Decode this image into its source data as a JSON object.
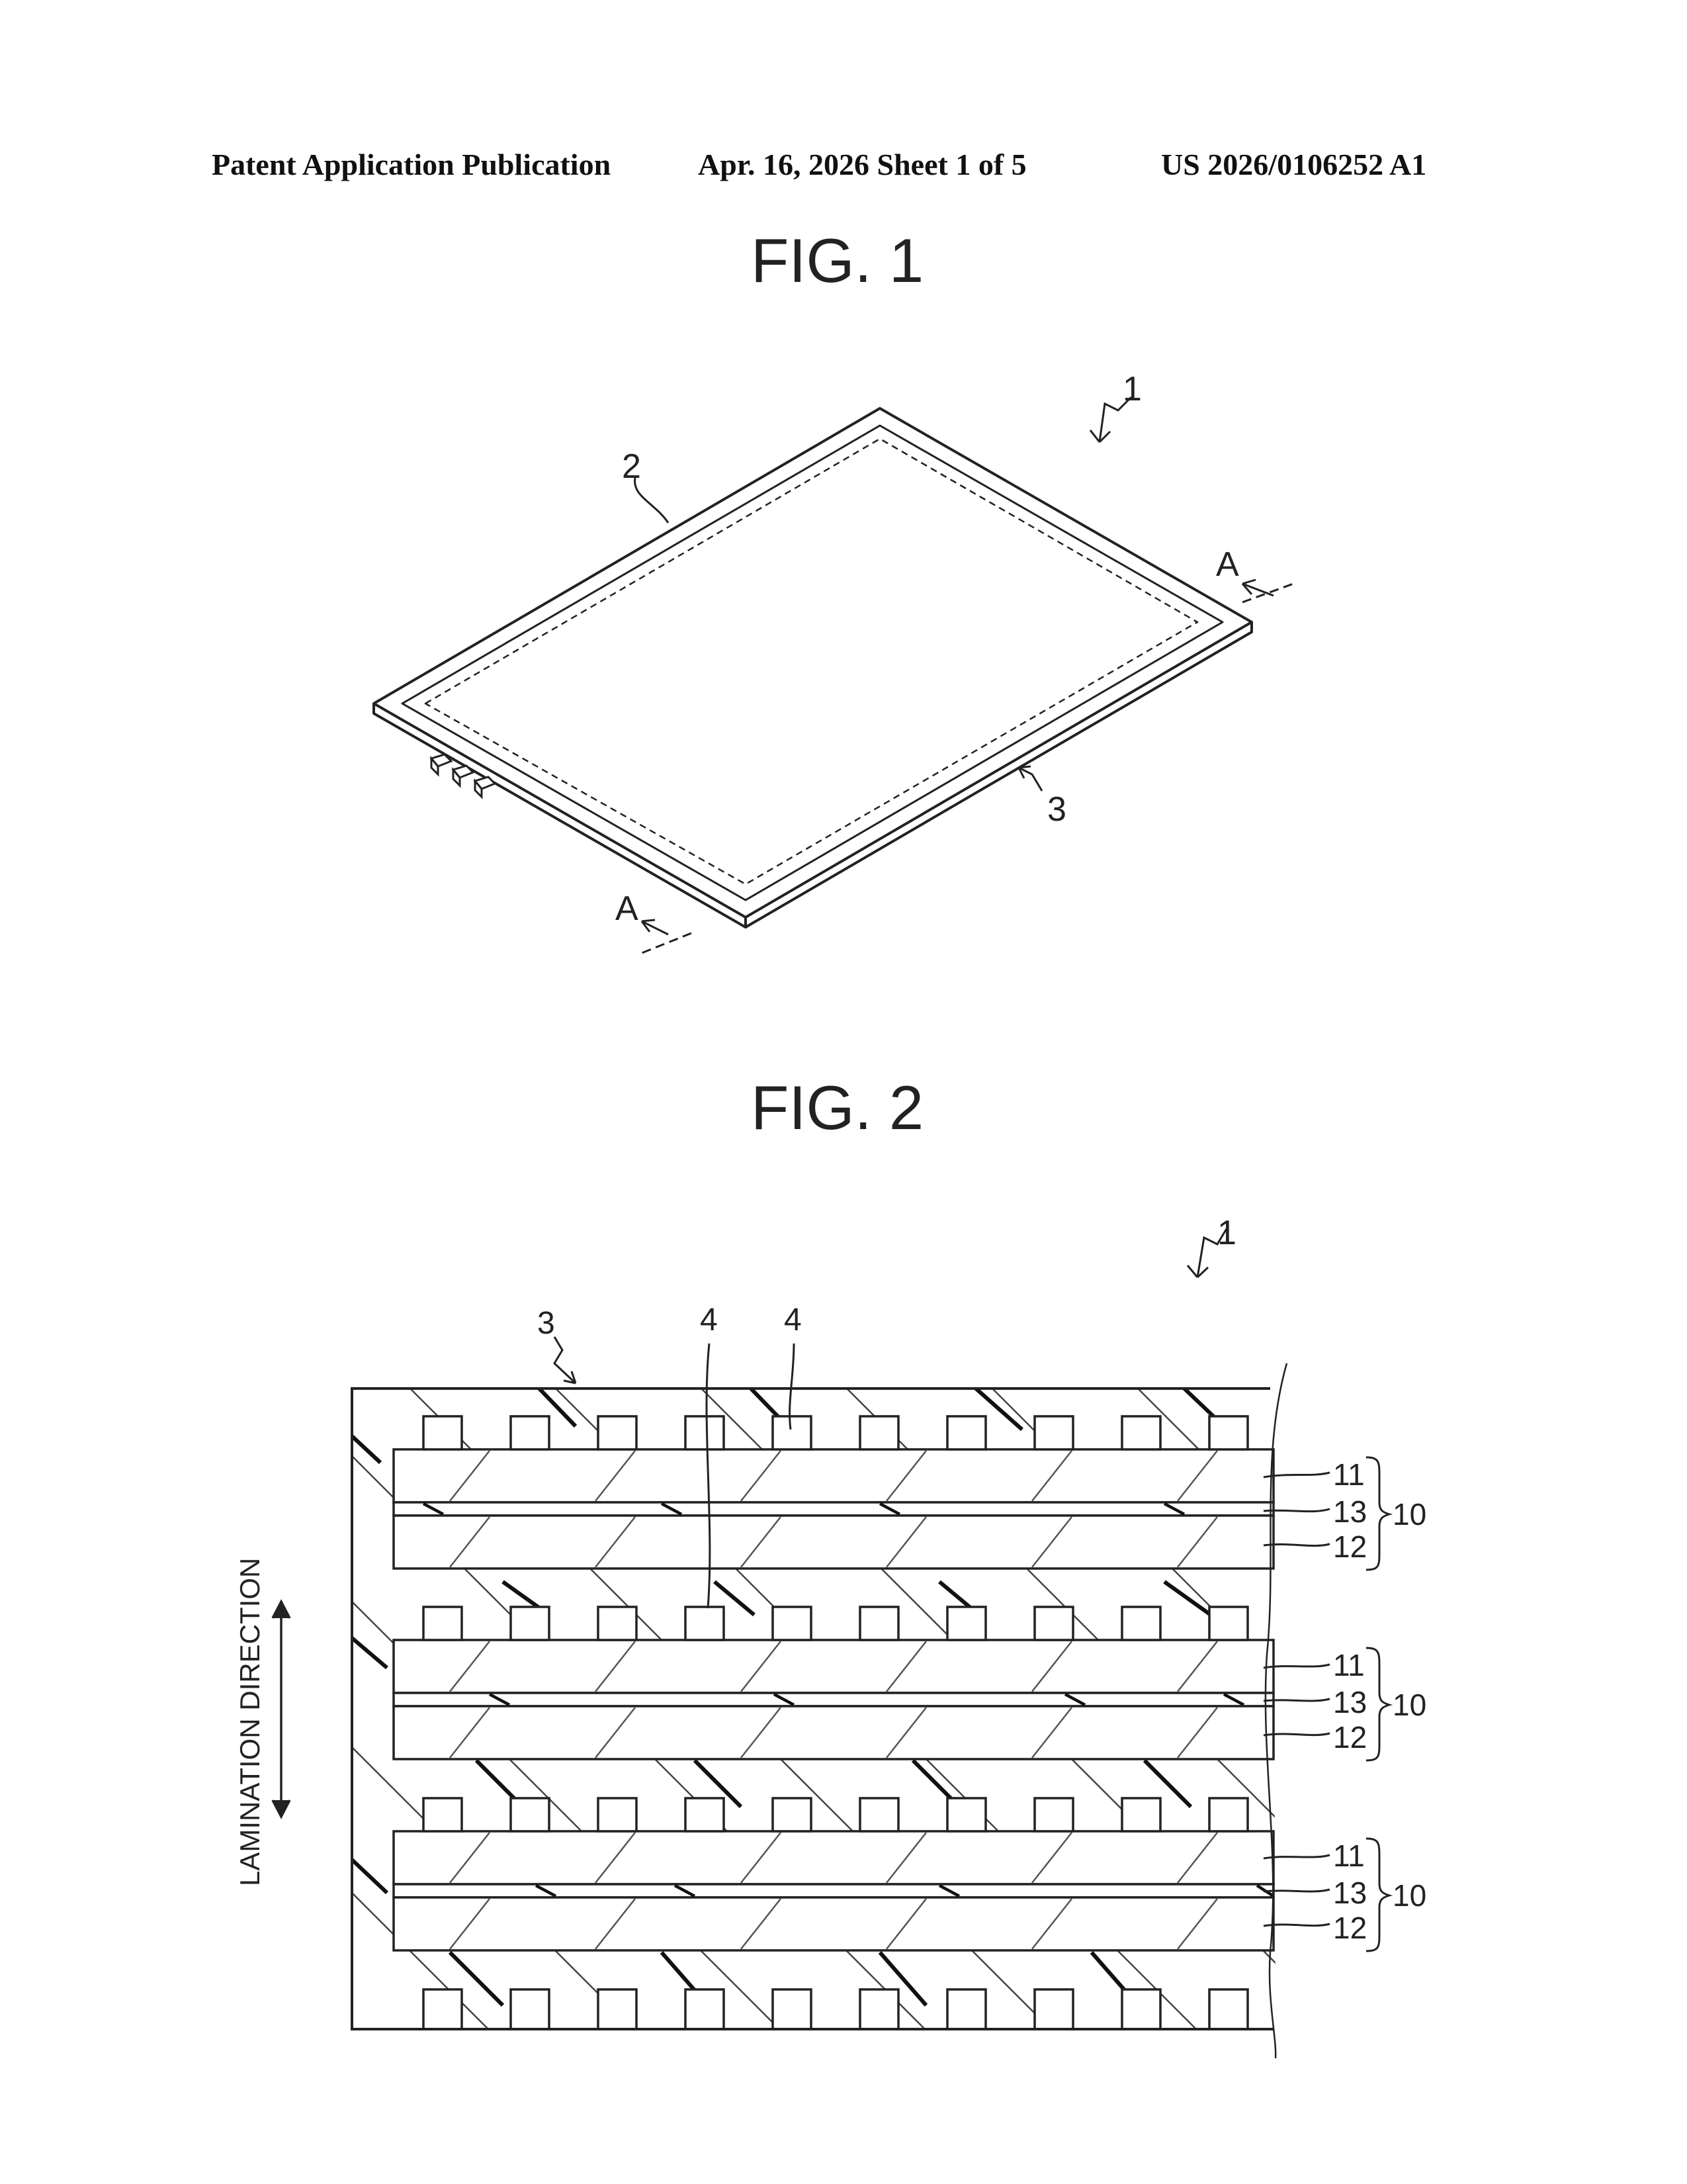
{
  "header": {
    "publication": "Patent Application Publication",
    "date_sheet": "Apr. 16, 2026  Sheet 1 of 5",
    "pub_number": "US 2026/0106252 A1"
  },
  "fig1": {
    "title": "FIG. 1",
    "labels": {
      "device": "1",
      "part2": "2",
      "part3": "3",
      "section_a": "A"
    }
  },
  "fig2": {
    "title": "FIG. 2",
    "direction_label": "LAMINATION DIRECTION",
    "labels": {
      "device": "1",
      "part3": "3",
      "part4": "4",
      "layer11": "11",
      "layer12": "12",
      "layer13": "13",
      "group10": "10"
    }
  }
}
